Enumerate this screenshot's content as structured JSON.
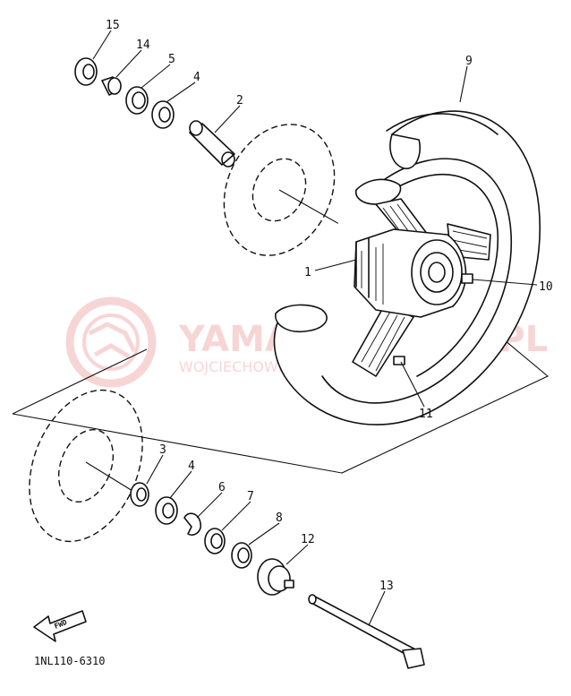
{
  "diagram": {
    "part_code": "1NL110-6310",
    "fwd_label": "FWD",
    "watermark": {
      "brand": "YAMAHA-MOTO.PL",
      "tagline": "WOJCIECHOWICZ DEALER YAMAHA",
      "color": "#e46a6a"
    },
    "callouts": [
      "15",
      "14",
      "5",
      "4",
      "2",
      "9",
      "1",
      "10",
      "11",
      "3",
      "4",
      "6",
      "7",
      "8",
      "12",
      "13"
    ]
  }
}
